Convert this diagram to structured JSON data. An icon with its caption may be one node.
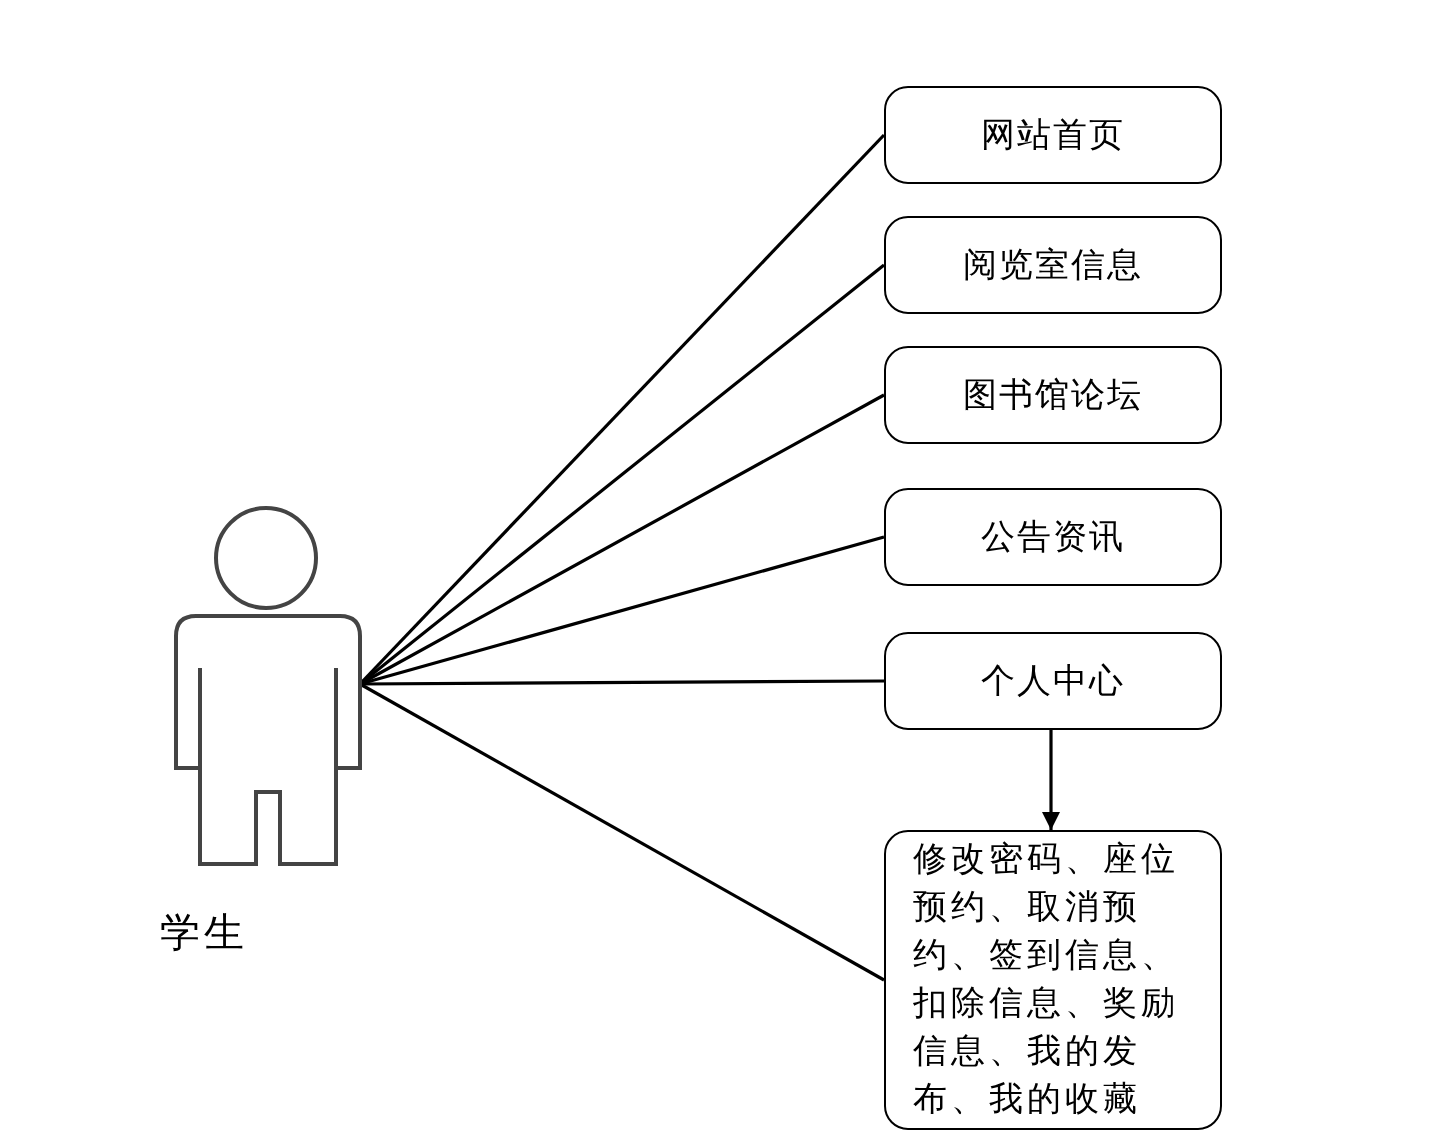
{
  "diagram": {
    "nodes": [
      {
        "text": [
          "学生"
        ]
      },
      {
        "text": [
          "网站首页"
        ]
      },
      {
        "text": [
          "阅览室信息"
        ]
      },
      {
        "text": [
          "图书馆论坛"
        ]
      },
      {
        "text": [
          "公告资讯"
        ]
      },
      {
        "text": [
          "个人中心"
        ]
      },
      {
        "text": [
          "修改密码、座位预约、取消预约、签到信息、扣除信息、奖励信息、我的发布、我的收藏"
        ]
      }
    ],
    "edges": [
      {
        "from": 0,
        "to": 1,
        "arrow": "none"
      },
      {
        "from": 0,
        "to": 2,
        "arrow": "none"
      },
      {
        "from": 0,
        "to": 3,
        "arrow": "none"
      },
      {
        "from": 0,
        "to": 4,
        "arrow": "none"
      },
      {
        "from": 0,
        "to": 5,
        "arrow": "none"
      },
      {
        "from": 0,
        "to": 6,
        "arrow": "none"
      },
      {
        "from": 5,
        "to": 6,
        "arrow": "to"
      }
    ]
  }
}
